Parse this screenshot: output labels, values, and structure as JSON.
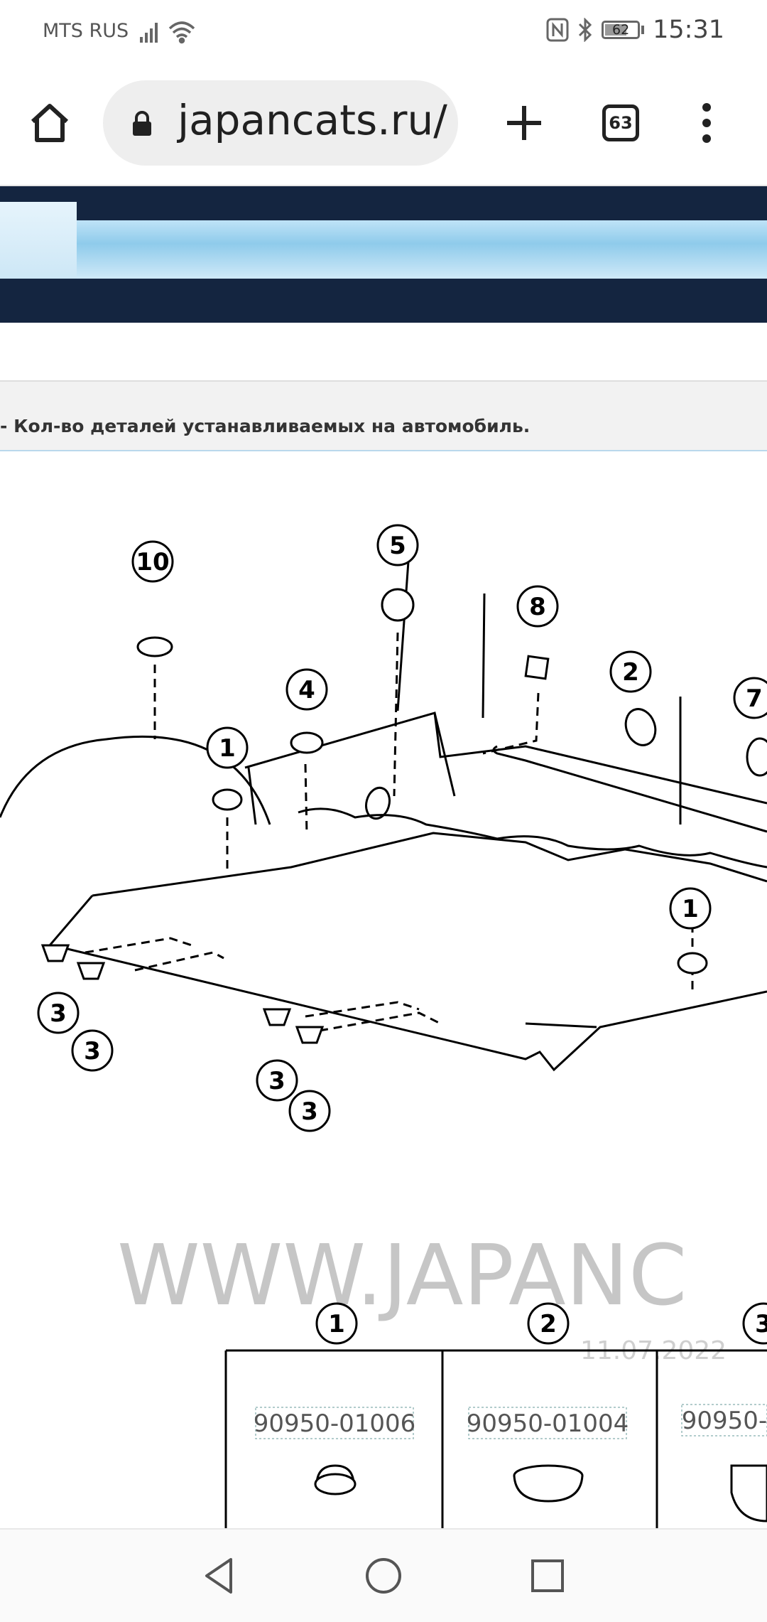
{
  "status_bar": {
    "carrier": "MTS RUS",
    "battery": "62",
    "time": "15:31"
  },
  "browser": {
    "url": "japancats.ru/",
    "tab_count": "63"
  },
  "page": {
    "note": "- Кол-во деталей устанавливаемых на автомобиль.",
    "watermark": "WWW.JAPANC",
    "date_stamp": "11.07.2022"
  },
  "diagram": {
    "callouts": [
      "10",
      "5",
      "8",
      "2",
      "7",
      "4",
      "1",
      "1",
      "3",
      "3",
      "3",
      "3"
    ],
    "table_headers": [
      "1",
      "2",
      "3"
    ],
    "part_numbers": [
      "90950-01006",
      "90950-01004",
      "90950-"
    ]
  },
  "icons": [
    "home-icon",
    "lock-icon",
    "plus-icon",
    "tabs-icon",
    "more-vert-icon",
    "back-icon",
    "home-circle-icon",
    "recents-icon",
    "nfc-icon",
    "bluetooth-icon",
    "signal-icon",
    "wifi-icon",
    "battery-icon"
  ]
}
